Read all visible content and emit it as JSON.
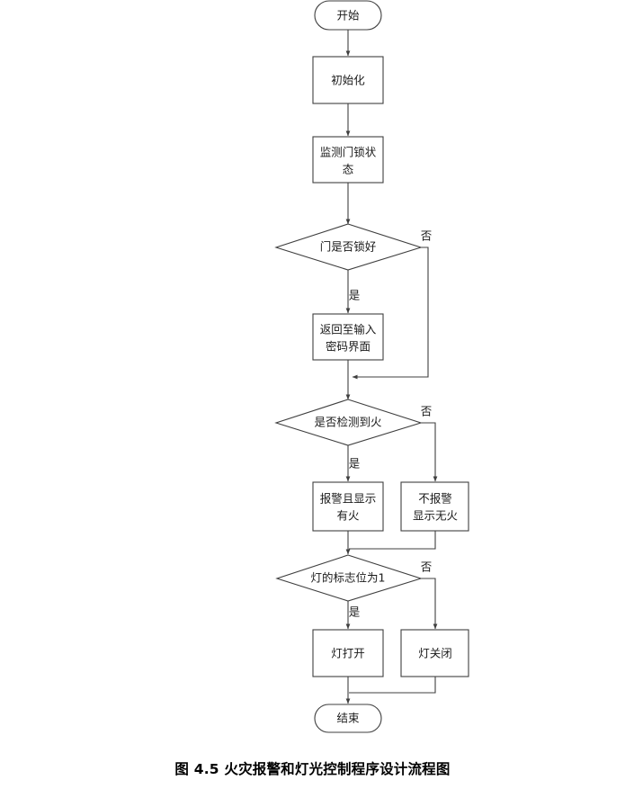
{
  "document": {
    "caption": "图 4.5 火灾报警和灯光控制程序设计流程图",
    "stroke_color": "#3f3f3f",
    "text_color": "#1a1a1a",
    "background_color": "#ffffff"
  },
  "chart_data": {
    "type": "diagram",
    "diagram_type": "flowchart",
    "title": "图 4.5 火灾报警和灯光控制程序设计流程图",
    "orientation": "top-to-bottom",
    "nodes": [
      {
        "id": "start",
        "shape": "terminator",
        "label": "开始",
        "lines": [
          "开始"
        ]
      },
      {
        "id": "init",
        "shape": "process",
        "label": "初始化",
        "lines": [
          "初始化"
        ]
      },
      {
        "id": "monitor",
        "shape": "process",
        "label": "监测门锁状态",
        "lines": [
          "监测门锁状",
          "态"
        ]
      },
      {
        "id": "door_check",
        "shape": "decision",
        "label": "门是否锁好",
        "lines": [
          "门是否锁好"
        ]
      },
      {
        "id": "back_pwd",
        "shape": "process",
        "label": "返回至输入密码界面",
        "lines": [
          "返回至输入",
          "密码界面"
        ]
      },
      {
        "id": "fire_check",
        "shape": "decision",
        "label": "是否检测到火",
        "lines": [
          "是否检测到火"
        ]
      },
      {
        "id": "alarm_on",
        "shape": "process",
        "label": "报警且显示有火",
        "lines": [
          "报警且显示",
          "有火"
        ]
      },
      {
        "id": "alarm_off",
        "shape": "process",
        "label": "不报警显示无火",
        "lines": [
          "不报警",
          "显示无火"
        ]
      },
      {
        "id": "lamp_check",
        "shape": "decision",
        "label": "灯的标志位为1",
        "lines": [
          "灯的标志位为1"
        ]
      },
      {
        "id": "lamp_on",
        "shape": "process",
        "label": "灯打开",
        "lines": [
          "灯打开"
        ]
      },
      {
        "id": "lamp_off",
        "shape": "process",
        "label": "灯关闭",
        "lines": [
          "灯关闭"
        ]
      },
      {
        "id": "end",
        "shape": "terminator",
        "label": "结束",
        "lines": [
          "结束"
        ]
      }
    ],
    "edges": [
      {
        "from": "start",
        "to": "init",
        "label": ""
      },
      {
        "from": "init",
        "to": "monitor",
        "label": ""
      },
      {
        "from": "monitor",
        "to": "door_check",
        "label": ""
      },
      {
        "from": "door_check",
        "to": "back_pwd",
        "label": "是"
      },
      {
        "from": "door_check",
        "to": "fire_check",
        "label": "否"
      },
      {
        "from": "back_pwd",
        "to": "fire_check",
        "label": ""
      },
      {
        "from": "fire_check",
        "to": "alarm_on",
        "label": "是"
      },
      {
        "from": "fire_check",
        "to": "alarm_off",
        "label": "否"
      },
      {
        "from": "alarm_on",
        "to": "lamp_check",
        "label": ""
      },
      {
        "from": "alarm_off",
        "to": "lamp_check",
        "label": ""
      },
      {
        "from": "lamp_check",
        "to": "lamp_on",
        "label": "是"
      },
      {
        "from": "lamp_check",
        "to": "lamp_off",
        "label": "否"
      },
      {
        "from": "lamp_on",
        "to": "end",
        "label": ""
      },
      {
        "from": "lamp_off",
        "to": "end",
        "label": ""
      }
    ],
    "edge_labels": {
      "yes": "是",
      "no": "否"
    }
  }
}
